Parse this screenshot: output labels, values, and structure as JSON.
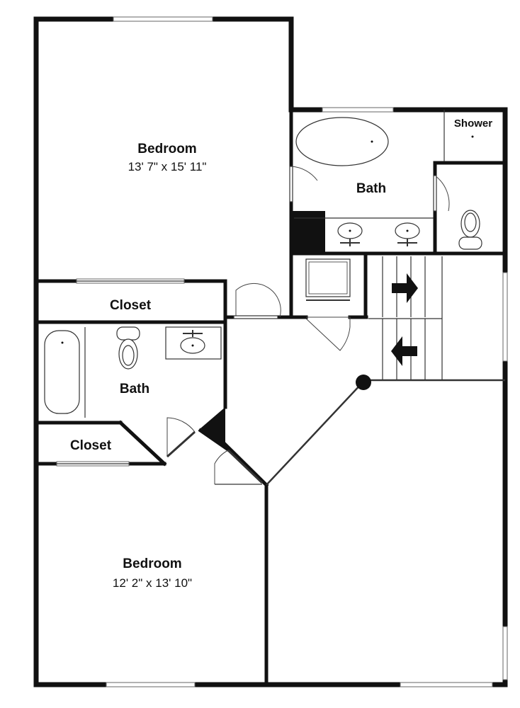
{
  "rooms": {
    "bedroom_top": {
      "name": "Bedroom",
      "dims": "13' 7\" x 15' 11\""
    },
    "bath_master": {
      "name": "Bath"
    },
    "shower": {
      "name": "Shower"
    },
    "closet_top": {
      "name": "Closet"
    },
    "bath_hall": {
      "name": "Bath"
    },
    "closet_lower": {
      "name": "Closet"
    },
    "bedroom_bottom": {
      "name": "Bedroom",
      "dims": "12' 2\" x 13' 10\""
    }
  },
  "colors": {
    "wall": "#111111",
    "background": "#ffffff"
  },
  "icons": {
    "stairs_up": "arrow-right-icon",
    "stairs_down": "arrow-left-icon"
  }
}
